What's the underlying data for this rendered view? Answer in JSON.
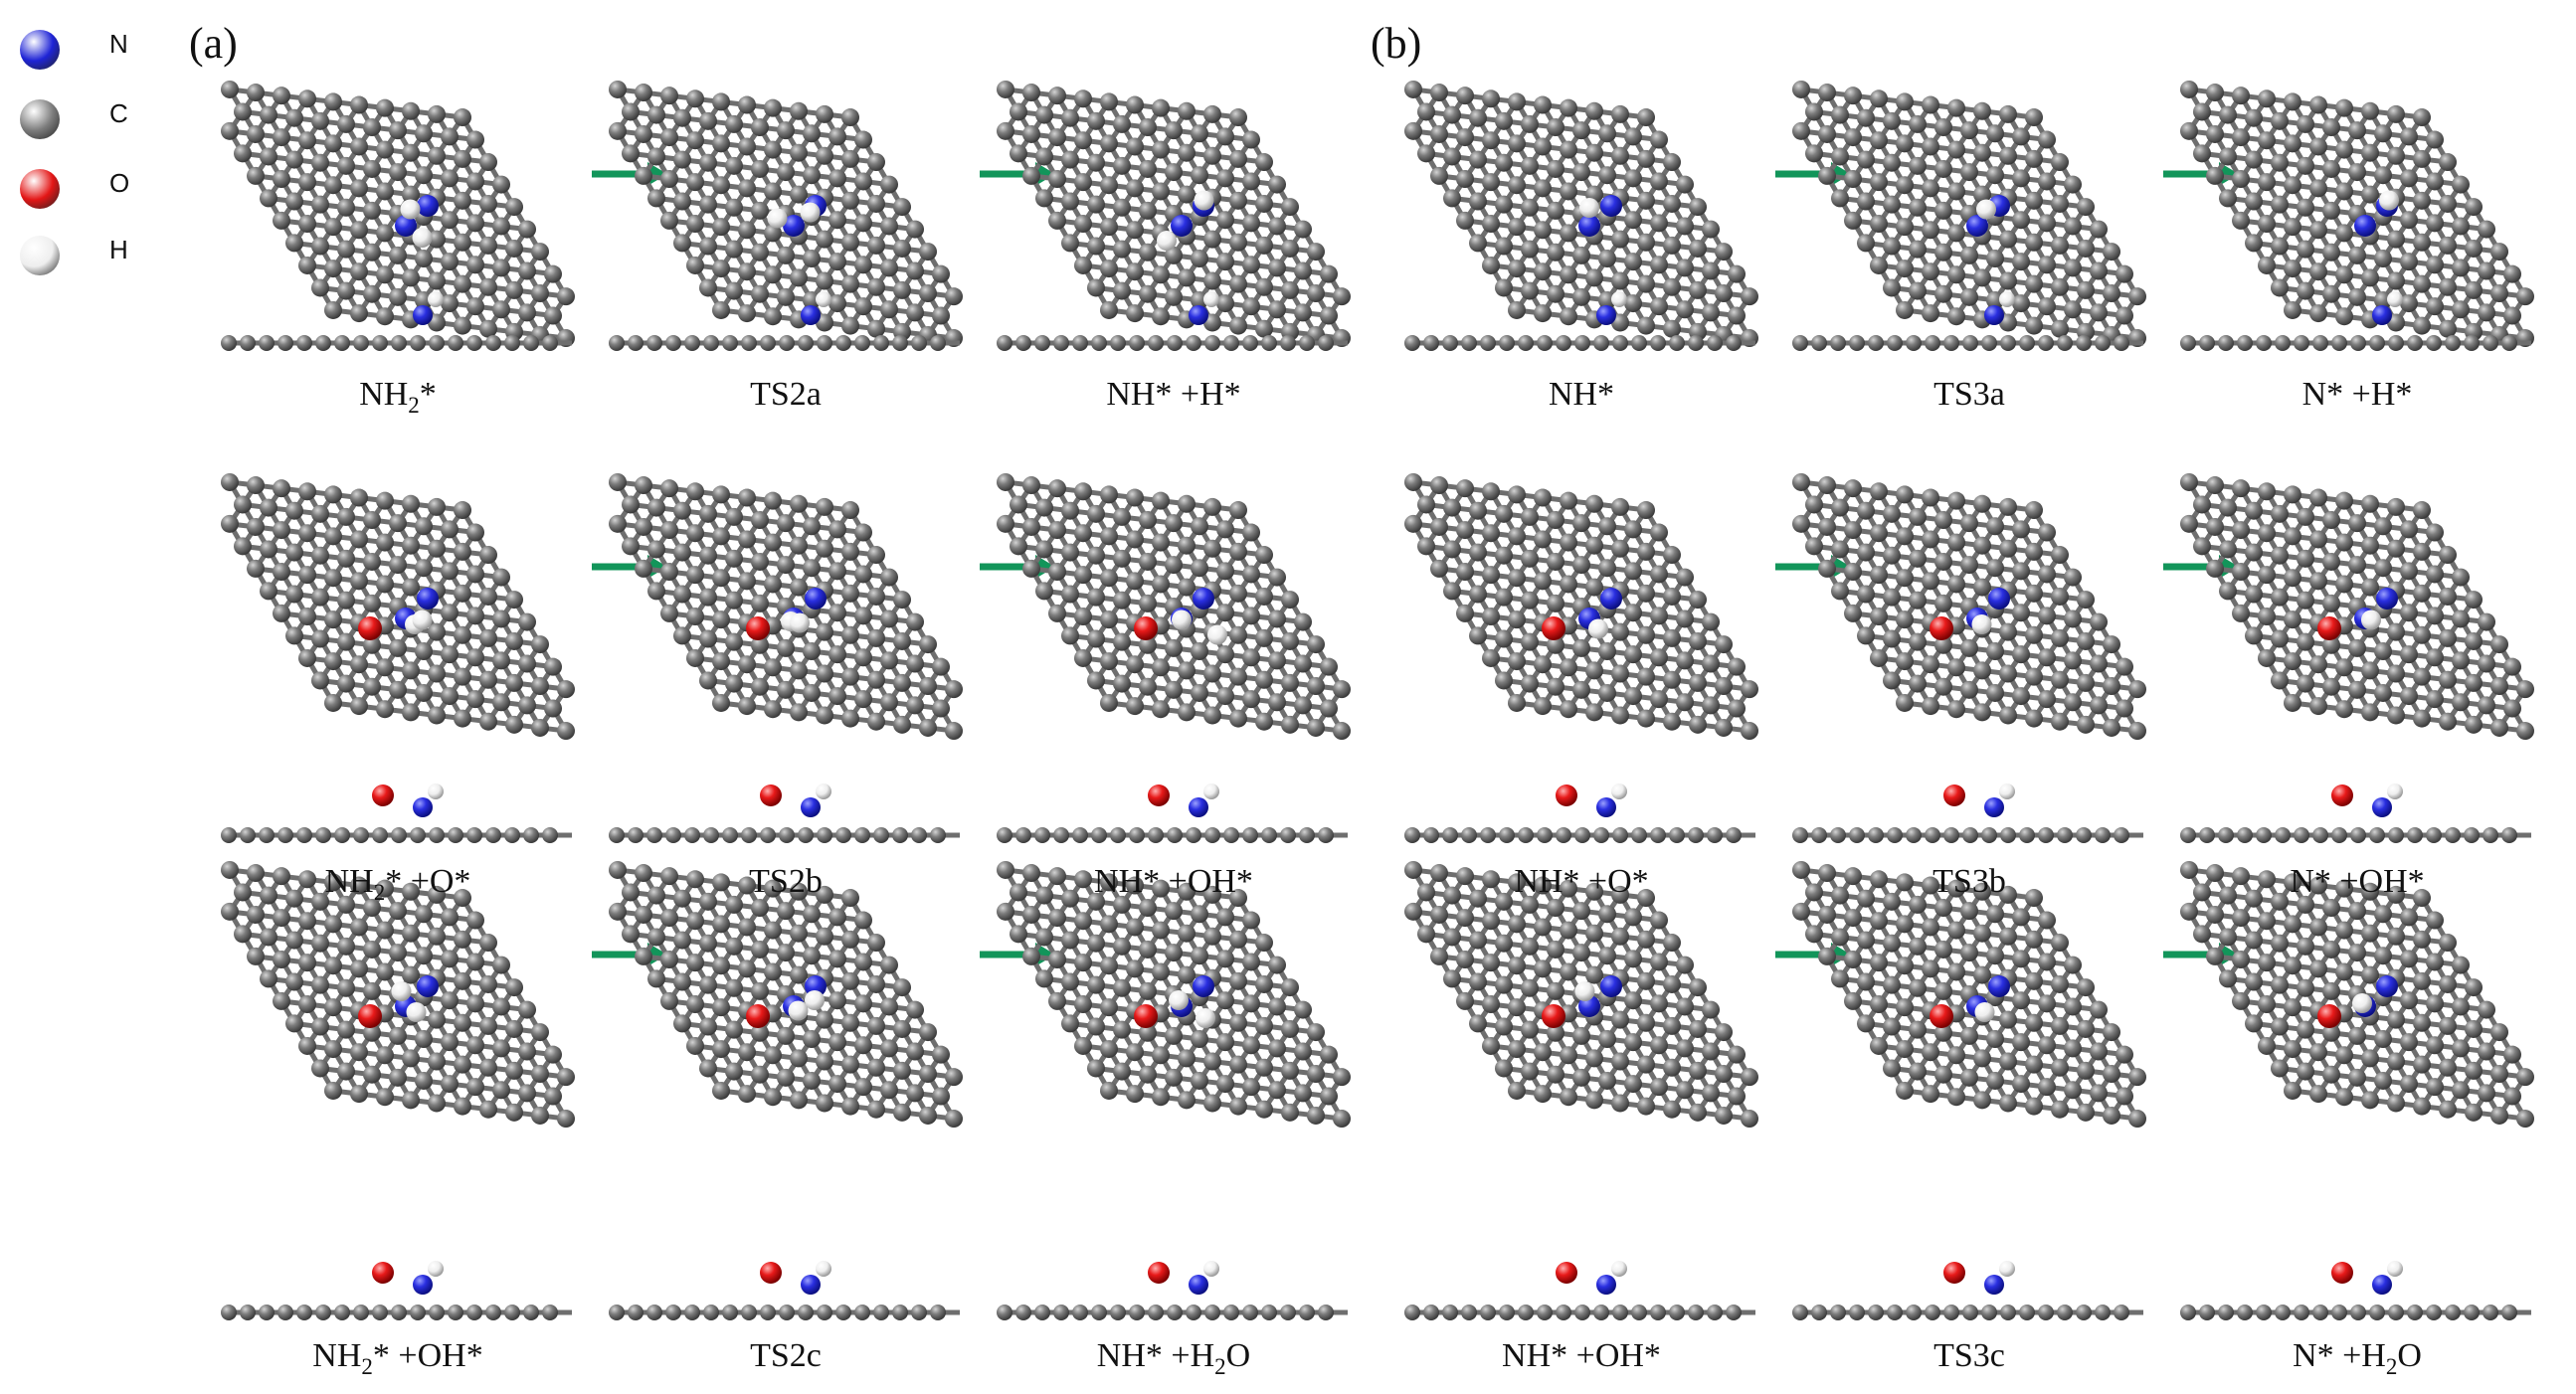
{
  "colors": {
    "N": "#1f24d6",
    "C": "#7d7d7d",
    "O": "#e31616",
    "H": "#eeeeee",
    "arrow": "#12955a"
  },
  "legend": [
    {
      "symbol": "N",
      "color": "#1f24d6"
    },
    {
      "symbol": "C",
      "color": "#7d7d7d"
    },
    {
      "symbol": "O",
      "color": "#e31616"
    },
    {
      "symbol": "H",
      "color": "#eeeeee"
    }
  ],
  "panels": [
    {
      "label": "(a)",
      "rows": [
        {
          "steps": [
            {
              "caption": {
                "pre": "NH",
                "sub": "2",
                "post": "* "
              },
              "top": {
                "o": false,
                "h": [
                  [
                    0.15,
                    -0.55
                  ],
                  [
                    0.55,
                    0.4
                  ]
                ]
              },
              "side": {
                "o": false
              }
            },
            {
              "caption": {
                "pre": "TS2a",
                "sub": "",
                "post": ""
              },
              "top": {
                "o": false,
                "h": [
                  [
                    -0.55,
                    -0.25
                  ],
                  [
                    0.55,
                    -0.45
                  ]
                ]
              },
              "side": {
                "o": false
              }
            },
            {
              "caption": {
                "pre": "NH* +H*",
                "sub": "",
                "post": ""
              },
              "top": {
                "o": false,
                "h": [
                  [
                    -0.5,
                    0.5
                  ],
                  [
                    0.75,
                    -0.85
                  ]
                ]
              },
              "side": {
                "o": false
              }
            }
          ]
        },
        {
          "steps": [
            {
              "caption": {
                "pre": "NH",
                "sub": "2",
                "post": "* +O*"
              },
              "top": {
                "o": true,
                "h": [
                  [
                    0.3,
                    0.2
                  ],
                  [
                    0.55,
                    0.05
                  ]
                ]
              },
              "side": {
                "o": true
              }
            },
            {
              "caption": {
                "pre": "TS2b",
                "sub": "",
                "post": ""
              },
              "top": {
                "o": true,
                "h": [
                  [
                    -0.1,
                    0.1
                  ],
                  [
                    0.2,
                    0.15
                  ]
                ]
              },
              "side": {
                "o": true
              }
            },
            {
              "caption": {
                "pre": "NH* +OH*",
                "sub": "",
                "post": ""
              },
              "top": {
                "o": true,
                "h": [
                  [
                    0.0,
                    0.05
                  ],
                  [
                    1.2,
                    0.55
                  ]
                ]
              },
              "side": {
                "o": true
              }
            }
          ]
        },
        {
          "steps": [
            {
              "caption": {
                "pre": "NH",
                "sub": "2",
                "post": "* +OH*"
              },
              "top": {
                "o": true,
                "h": [
                  [
                    -0.15,
                    -0.5
                  ],
                  [
                    0.35,
                    0.2
                  ]
                ]
              },
              "side": {
                "o": true
              }
            },
            {
              "caption": {
                "pre": "TS2c",
                "sub": "",
                "post": ""
              },
              "top": {
                "o": true,
                "h": [
                  [
                    0.15,
                    0.15
                  ],
                  [
                    0.7,
                    -0.2
                  ]
                ]
              },
              "side": {
                "o": true
              }
            },
            {
              "caption": {
                "pre": "NH* +H",
                "sub": "2",
                "post": "O"
              },
              "top": {
                "o": true,
                "h": [
                  [
                    -0.1,
                    -0.2
                  ],
                  [
                    0.8,
                    0.4
                  ]
                ]
              },
              "side": {
                "o": true
              }
            }
          ]
        }
      ]
    },
    {
      "label": "(b)",
      "rows": [
        {
          "steps": [
            {
              "caption": {
                "pre": "NH*",
                "sub": "",
                "post": ""
              },
              "top": {
                "o": false,
                "h": [
                  [
                    0.0,
                    -0.6
                  ]
                ]
              },
              "side": {
                "o": false
              }
            },
            {
              "caption": {
                "pre": "TS3a",
                "sub": "",
                "post": ""
              },
              "top": {
                "o": false,
                "h": [
                  [
                    0.3,
                    -0.55
                  ]
                ]
              },
              "side": {
                "o": false
              }
            },
            {
              "caption": {
                "pre": "N* +H*",
                "sub": "",
                "post": ""
              },
              "top": {
                "o": false,
                "h": [
                  [
                    0.8,
                    -0.85
                  ]
                ]
              },
              "side": {
                "o": false
              }
            }
          ]
        },
        {
          "steps": [
            {
              "caption": {
                "pre": "NH* +O*",
                "sub": "",
                "post": ""
              },
              "top": {
                "o": true,
                "h": [
                  [
                    0.3,
                    0.35
                  ]
                ]
              },
              "side": {
                "o": true
              }
            },
            {
              "caption": {
                "pre": "TS3b",
                "sub": "",
                "post": ""
              },
              "top": {
                "o": true,
                "h": [
                  [
                    0.15,
                    0.2
                  ]
                ]
              },
              "side": {
                "o": true
              }
            },
            {
              "caption": {
                "pre": "N* +OH*",
                "sub": "",
                "post": ""
              },
              "top": {
                "o": true,
                "h": [
                  [
                    0.2,
                    0.05
                  ]
                ]
              },
              "side": {
                "o": true
              }
            }
          ]
        },
        {
          "steps": [
            {
              "caption": {
                "pre": "NH* +OH*",
                "sub": "",
                "post": ""
              },
              "top": {
                "o": true,
                "h": [
                  [
                    -0.15,
                    -0.5
                  ]
                ]
              },
              "side": {
                "o": true
              }
            },
            {
              "caption": {
                "pre": "TS3c",
                "sub": "",
                "post": ""
              },
              "top": {
                "o": true,
                "h": [
                  [
                    0.25,
                    0.2
                  ]
                ]
              },
              "side": {
                "o": true
              }
            },
            {
              "caption": {
                "pre": "N* +H",
                "sub": "2",
                "post": "O"
              },
              "top": {
                "o": true,
                "h": [
                  [
                    -0.1,
                    -0.1
                  ]
                ]
              },
              "side": {
                "o": true
              }
            }
          ]
        }
      ]
    }
  ]
}
